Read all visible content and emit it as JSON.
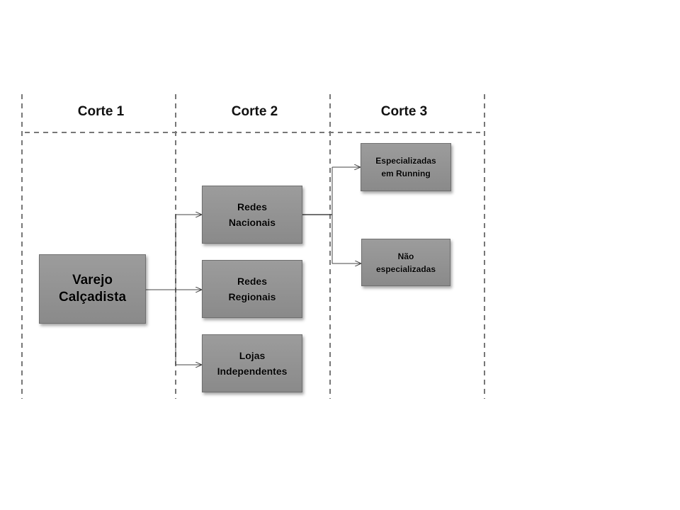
{
  "columns": {
    "corte1": "Corte 1",
    "corte2": "Corte 2",
    "corte3": "Corte 3"
  },
  "nodes": {
    "varejo_calcadista": "Varejo\nCalçadista",
    "redes_nacionais": "Redes\nNacionais",
    "redes_regionais": "Redes\nRegionais",
    "lojas_independentes": "Lojas\nIndependentes",
    "especializadas_running": "Especializadas\nem Running",
    "nao_especializadas": "Não\nespecializadas"
  },
  "colors": {
    "box_fill": "#919191",
    "box_border": "#6f6f6f",
    "line": "#555555",
    "text": "#000000"
  }
}
